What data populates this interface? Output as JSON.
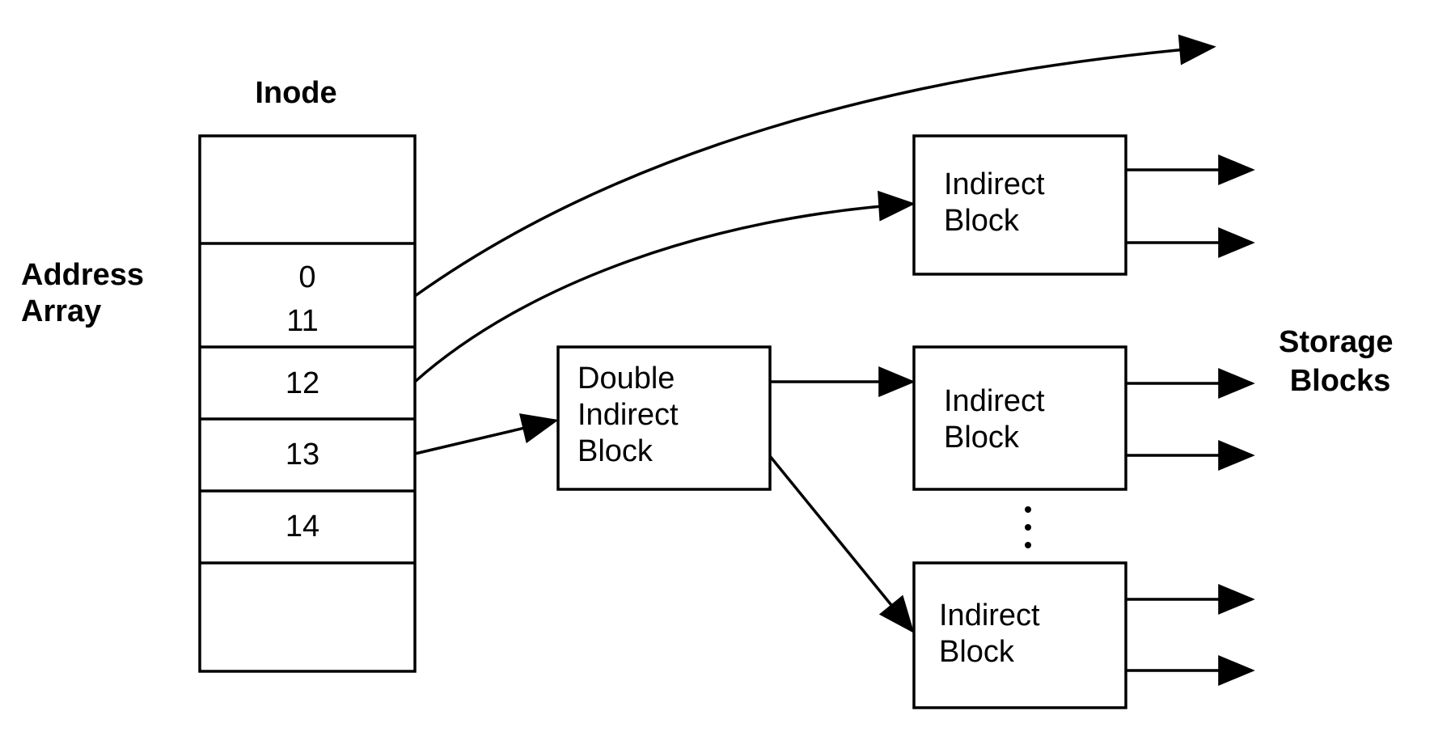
{
  "inode": {
    "title": "Inode",
    "address_array_label": [
      "Address",
      "Array"
    ],
    "slots": {
      "range_start": "0",
      "range_end": "11",
      "single": "12",
      "double": "13",
      "triple": "14"
    }
  },
  "double_indirect_block": {
    "label": [
      "Double",
      "Indirect",
      "Block"
    ]
  },
  "indirect_blocks": [
    {
      "label": [
        "Indirect",
        "Block"
      ]
    },
    {
      "label": [
        "Indirect",
        "Block"
      ]
    },
    {
      "label": [
        "Indirect",
        "Block"
      ]
    }
  ],
  "storage_blocks_label": [
    "Storage",
    "Blocks"
  ],
  "colors": {
    "line": "#000000",
    "background": "#ffffff"
  }
}
